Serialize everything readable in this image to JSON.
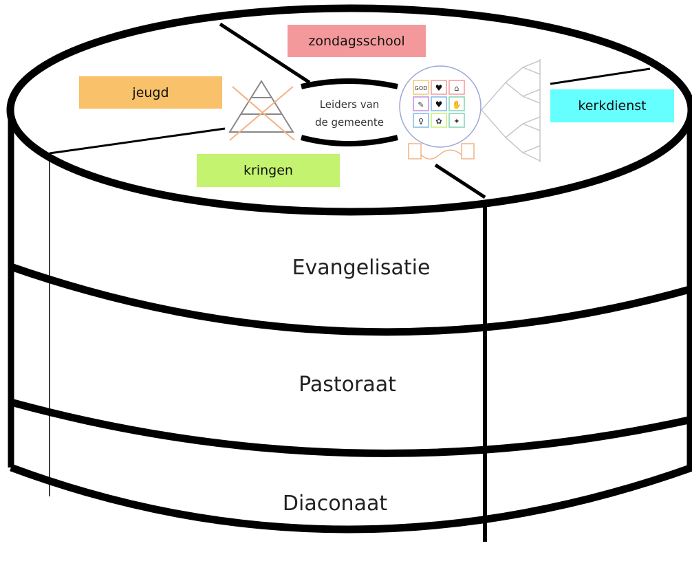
{
  "top_labels": {
    "zondagsschool": "zondagsschool",
    "jeugd": "jeugd",
    "kerkdienst": "kerkdienst",
    "kringen": "kringen"
  },
  "center": {
    "line1": "Leiders van",
    "line2": "de gemeente"
  },
  "layers": {
    "evangelisatie": "Evangelisatie",
    "pastoraat": "Pastoraat",
    "diaconaat": "Diaconaat"
  },
  "colors": {
    "zondagsschool": "#f4999b",
    "jeugd": "#f9c16a",
    "kerkdienst": "#66ffff",
    "kringen": "#c3f36f",
    "outline": "#000000"
  },
  "icons": [
    "pyramid-icon",
    "icon-grid",
    "tree-diagram-icon"
  ]
}
